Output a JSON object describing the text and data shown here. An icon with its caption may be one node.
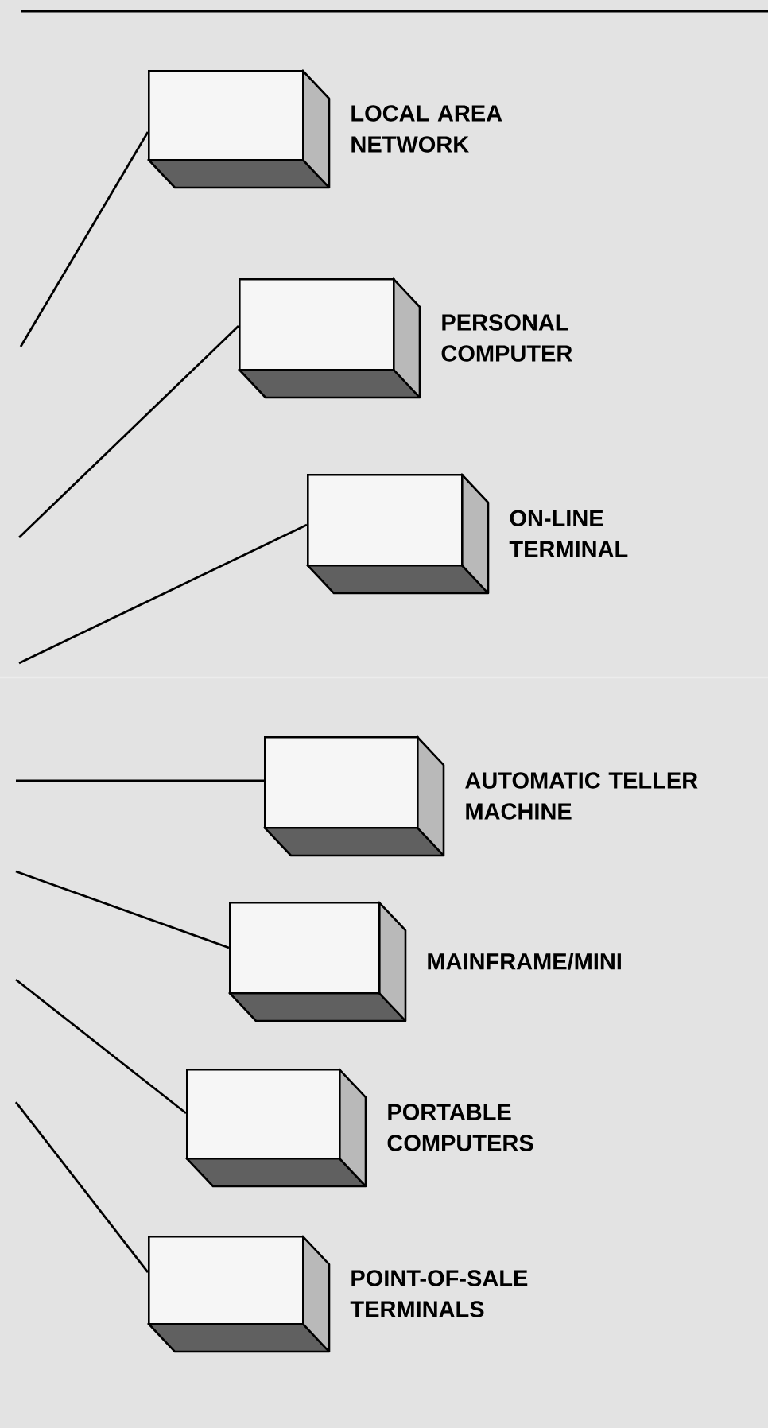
{
  "diagram": {
    "nodes": [
      {
        "text": [
          "LOCAL AREA NETWORK"
        ]
      },
      {
        "text": [
          "PERSONAL COMPUTER"
        ]
      },
      {
        "text": [
          "ON-LINE TERMINAL"
        ]
      },
      {
        "text": [
          "AUTOMATIC TELLER MACHINE"
        ]
      },
      {
        "text": [
          "MAINFRAME/MINI"
        ]
      },
      {
        "text": [
          "PORTABLE COMPUTERS"
        ]
      },
      {
        "text": [
          "POINT-OF-SALE TERMINALS"
        ]
      }
    ],
    "edges": [
      {
        "from": null,
        "to": 0,
        "arrow": "none"
      },
      {
        "from": null,
        "to": 1,
        "arrow": "none"
      },
      {
        "from": null,
        "to": 2,
        "arrow": "none"
      },
      {
        "from": null,
        "to": 3,
        "arrow": "none"
      },
      {
        "from": null,
        "to": 4,
        "arrow": "none"
      },
      {
        "from": null,
        "to": 5,
        "arrow": "none"
      },
      {
        "from": null,
        "to": 6,
        "arrow": "none"
      }
    ]
  }
}
